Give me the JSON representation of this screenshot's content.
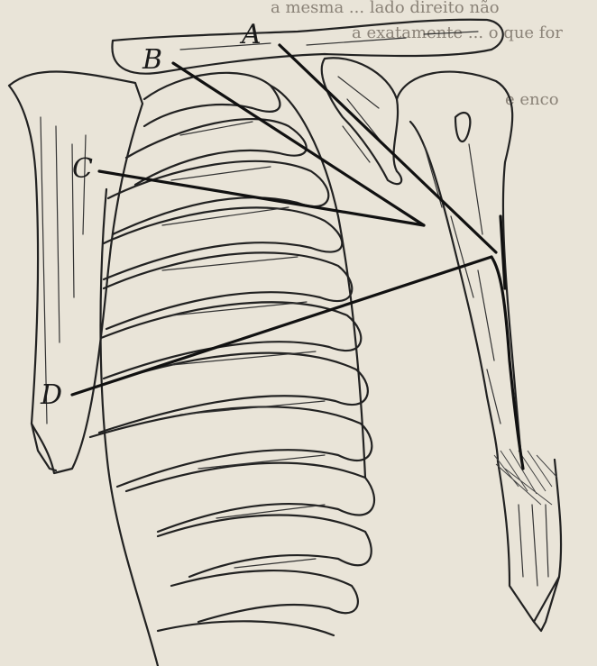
{
  "figure": {
    "labels": [
      {
        "id": "A",
        "text": "A"
      },
      {
        "id": "B",
        "text": "B"
      },
      {
        "id": "C",
        "text": "C"
      },
      {
        "id": "D",
        "text": "D"
      }
    ]
  },
  "bleed_through": {
    "lines": [
      "a mesma ... lado direito não",
      "a exatamente ... o que for",
      "e  enco"
    ]
  }
}
